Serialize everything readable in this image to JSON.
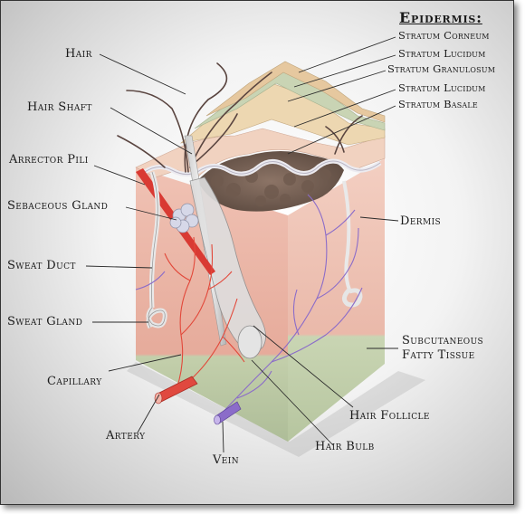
{
  "epidermis": {
    "title": "Epidermis:",
    "layers": [
      "Stratum Corneum",
      "Stratum Lucidum",
      "Stratum Granulosum",
      "Stratum Lucidum",
      "Stratum Basale"
    ]
  },
  "labels": {
    "hair": "Hair",
    "hair_shaft": "Hair Shaft",
    "arrector_pili": "Arrector Pili",
    "sebaceous_gland": "Sebaceous Gland",
    "sweat_duct": "Sweat Duct",
    "sweat_gland": "Sweat Gland",
    "capillary": "Capillary",
    "artery": "Artery",
    "vein": "Vein",
    "hair_bulb": "Hair Bulb",
    "hair_follicle": "Hair Follicle",
    "dermis": "Dermis",
    "subcutaneous_line1": "Subcutaneous",
    "subcutaneous_line2": "Fatty Tissue"
  },
  "colors": {
    "dermis": "#e8b3a4",
    "subcutaneous": "#b7c7a2",
    "epidermis_top": "#e9c9a0",
    "artery": "#e2483a",
    "vein": "#8b6cc9",
    "muscle": "#d93a33"
  }
}
